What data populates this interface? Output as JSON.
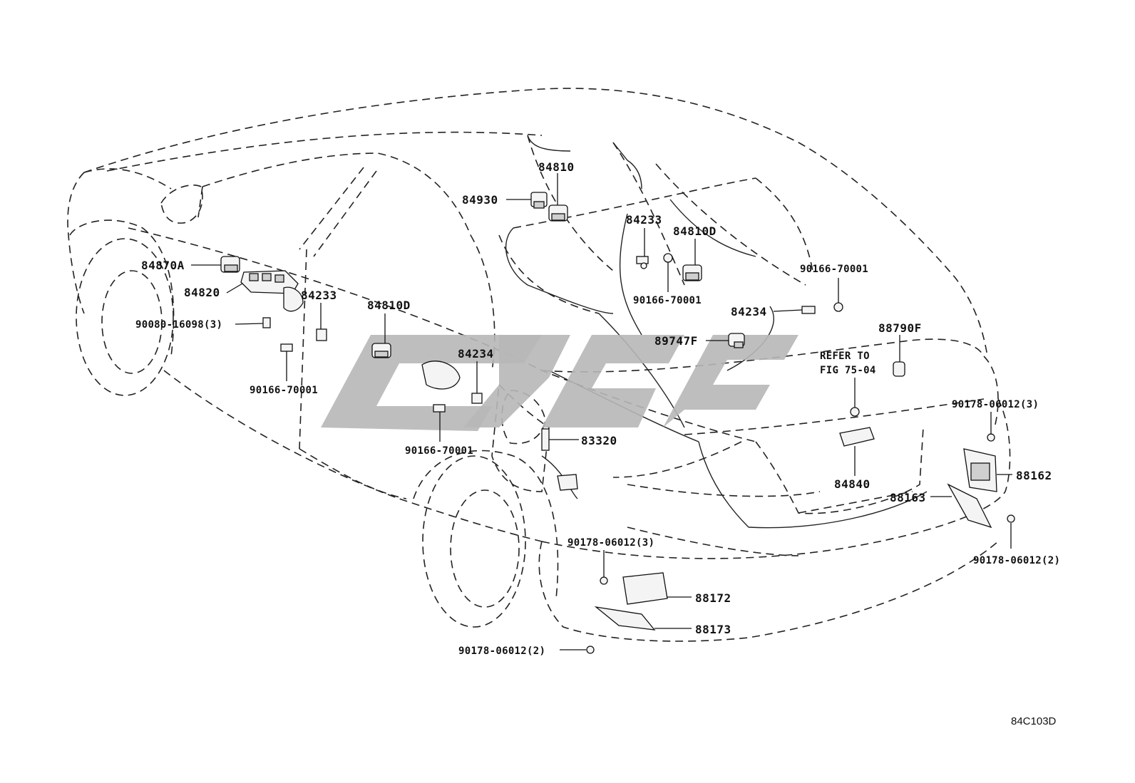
{
  "diagram": {
    "figure_code": "84C103D",
    "callouts": [
      {
        "id": "84810",
        "text": "84810"
      },
      {
        "id": "84930",
        "text": "84930"
      },
      {
        "id": "84233-roof",
        "text": "84233"
      },
      {
        "id": "84810D-roof",
        "text": "84810D"
      },
      {
        "id": "90166-70001-roof",
        "text": "90166-70001"
      },
      {
        "id": "90166-70001-rr",
        "text": "90166-70001"
      },
      {
        "id": "84234-rr",
        "text": "84234"
      },
      {
        "id": "89747F",
        "text": "89747F"
      },
      {
        "id": "88790F",
        "text": "88790F"
      },
      {
        "id": "refer-1",
        "text": "REFER TO"
      },
      {
        "id": "refer-2",
        "text": "FIG 75-04"
      },
      {
        "id": "84870A",
        "text": "84870A"
      },
      {
        "id": "84820",
        "text": "84820"
      },
      {
        "id": "90080-16098",
        "text": "90080-16098(3)"
      },
      {
        "id": "84233-door",
        "text": "84233"
      },
      {
        "id": "84810D-door",
        "text": "84810D"
      },
      {
        "id": "90166-70001-door",
        "text": "90166-70001"
      },
      {
        "id": "84234-door",
        "text": "84234"
      },
      {
        "id": "90166-70001-door2",
        "text": "90166-70001"
      },
      {
        "id": "83320",
        "text": "83320"
      },
      {
        "id": "84840",
        "text": "84840"
      },
      {
        "id": "90178-06012-3-right",
        "text": "90178-06012(3)"
      },
      {
        "id": "88162",
        "text": "88162"
      },
      {
        "id": "88163",
        "text": "88163"
      },
      {
        "id": "90178-06012-2-right",
        "text": "90178-06012(2)"
      },
      {
        "id": "90178-06012-3-left",
        "text": "90178-06012(3)"
      },
      {
        "id": "88172",
        "text": "88172"
      },
      {
        "id": "88173",
        "text": "88173"
      },
      {
        "id": "90178-06012-2-left",
        "text": "90178-06012(2)"
      }
    ]
  }
}
